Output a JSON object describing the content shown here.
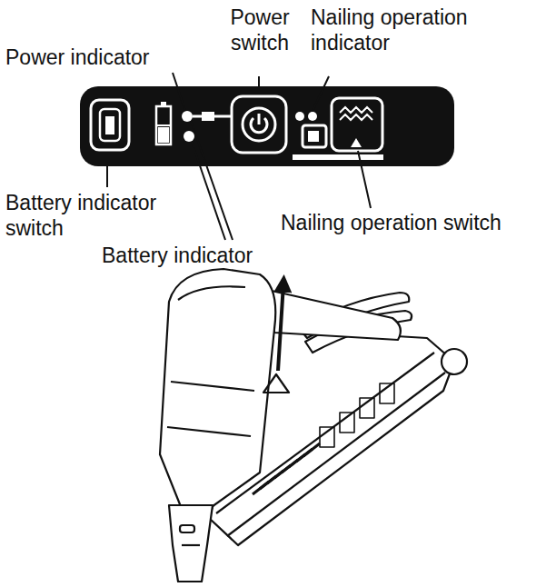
{
  "diagram": {
    "labels": [
      "Power indicator",
      "Power switch",
      "Nailing operation indicator",
      "Battery indicator switch",
      "Battery indicator",
      "Nailing operation switch"
    ]
  }
}
